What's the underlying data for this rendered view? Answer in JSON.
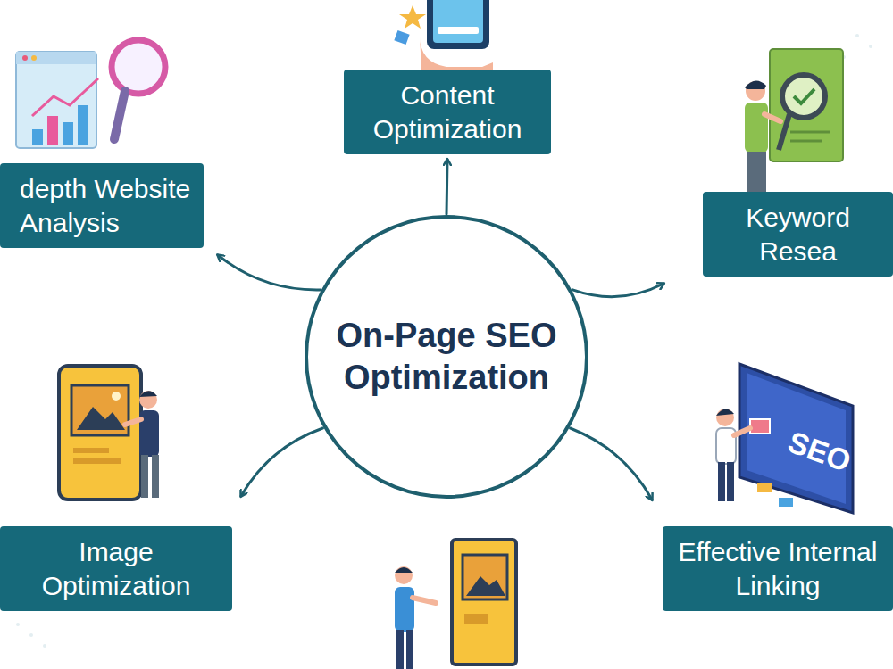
{
  "diagram": {
    "nodes": [
      {
        "text": [
          "On-Page SEO Optimization"
        ]
      },
      {
        "text": [
          "Content Optimization"
        ]
      },
      {
        "text": [
          "depth Website Analysis"
        ]
      },
      {
        "text": [
          "Keyword Resea"
        ]
      },
      {
        "text": [
          "Image Optimization"
        ]
      },
      {
        "text": [
          "Effective Internal Linking"
        ]
      }
    ],
    "edges": [
      {
        "from": 0,
        "to": 1,
        "arrow": "to"
      },
      {
        "from": 0,
        "to": 2,
        "arrow": "to"
      },
      {
        "from": 0,
        "to": 3,
        "arrow": "to"
      },
      {
        "from": 0,
        "to": 4,
        "arrow": "to"
      },
      {
        "from": 0,
        "to": 5,
        "arrow": "to"
      }
    ]
  }
}
